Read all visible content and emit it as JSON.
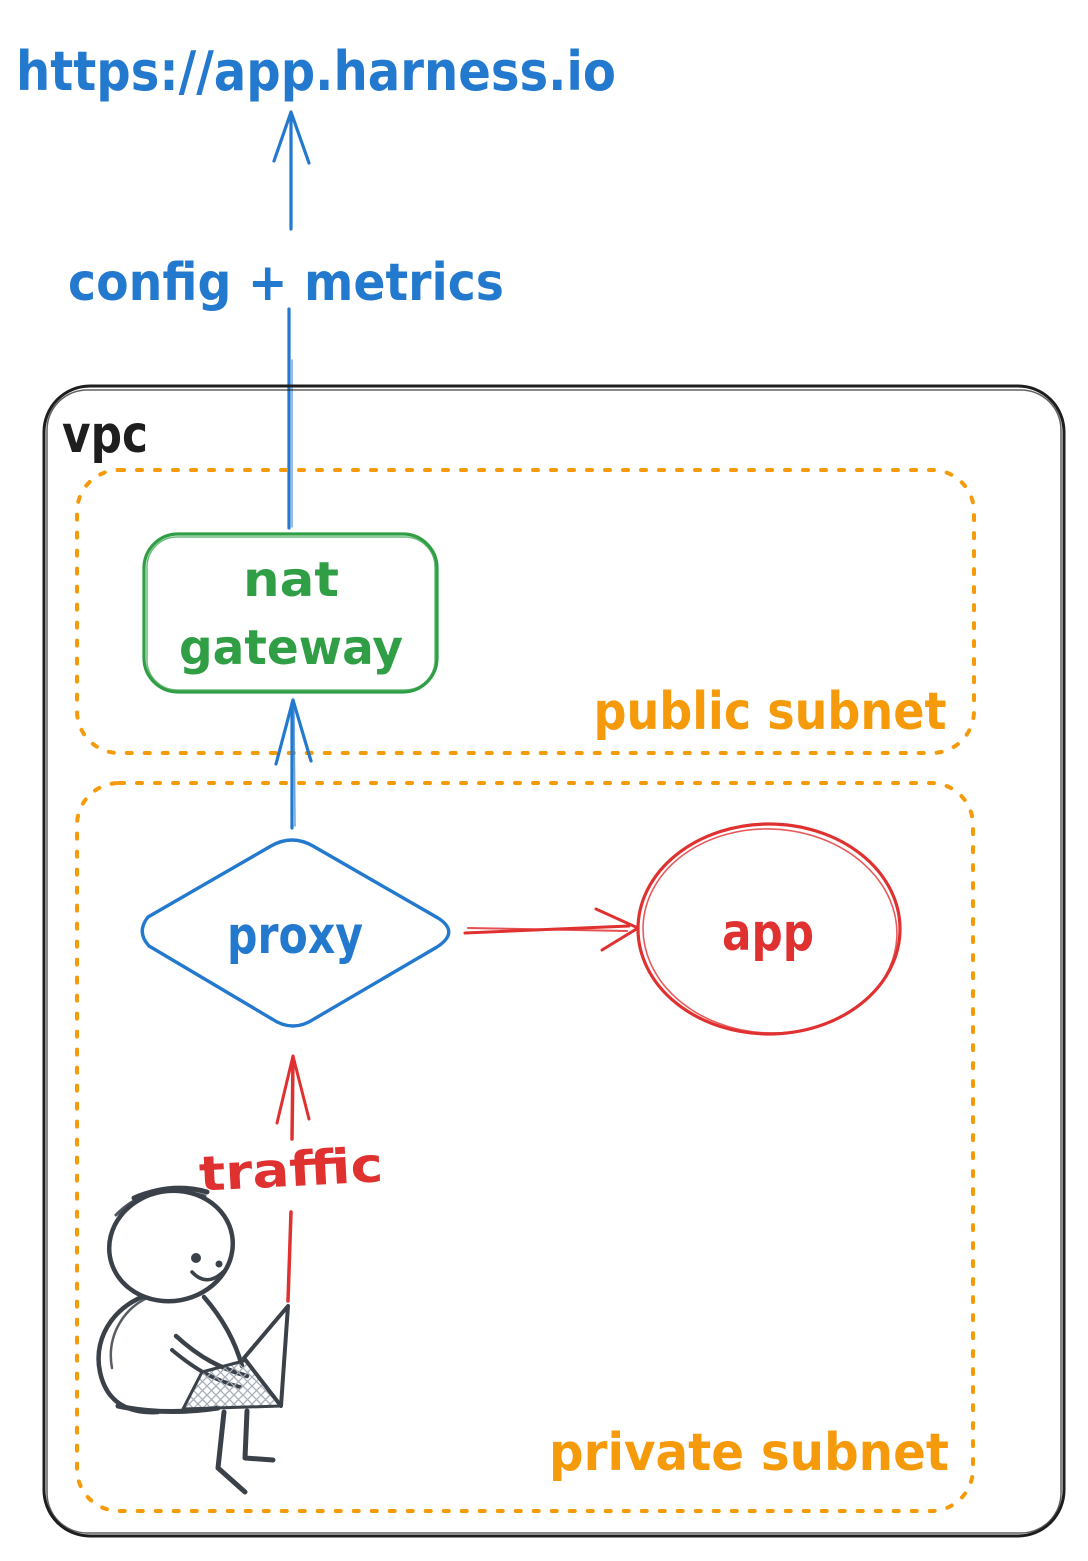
{
  "external": {
    "url_label": "https://app.harness.io",
    "arrow_label": "config + metrics"
  },
  "vpc": {
    "label": "vpc",
    "public_subnet": {
      "label": "public subnet",
      "nat_gateway": {
        "line1": "nat",
        "line2": "gateway"
      }
    },
    "private_subnet": {
      "label": "private subnet",
      "proxy_label": "proxy",
      "app_label": "app",
      "traffic_label": "traffic"
    }
  },
  "colors": {
    "blue": "#2379cd",
    "green": "#2f9e44",
    "orange": "#f59b0b",
    "red": "#e03131",
    "ink": "#1e1e1e",
    "person": "#3b4149",
    "crosshatch": "#a7aeb8"
  }
}
